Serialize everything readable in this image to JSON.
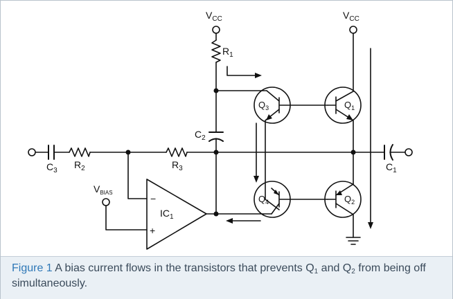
{
  "labels": {
    "vcc_left": {
      "main": "V",
      "sub": "CC"
    },
    "vcc_right": {
      "main": "V",
      "sub": "CC"
    },
    "r1": {
      "main": "R",
      "sub": "1"
    },
    "r2": {
      "main": "R",
      "sub": "2"
    },
    "r3": {
      "main": "R",
      "sub": "3"
    },
    "c1": {
      "main": "C",
      "sub": "1"
    },
    "c2": {
      "main": "C",
      "sub": "2"
    },
    "c3": {
      "main": "C",
      "sub": "3"
    },
    "q1": {
      "main": "Q",
      "sub": "1"
    },
    "q2": {
      "main": "Q",
      "sub": "2"
    },
    "q3": {
      "main": "Q",
      "sub": "3"
    },
    "q4": {
      "main": "Q",
      "sub": "4"
    },
    "ic1": {
      "main": "IC",
      "sub": "1"
    },
    "vbias": {
      "main": "V",
      "sub": "BIAS"
    },
    "minus": "−",
    "plus": "+"
  },
  "caption": {
    "figure_label": "Figure 1",
    "part1": " A bias current flows in the transistors that prevents Q",
    "sub1": "1",
    "part2": " and Q",
    "sub2": "2",
    "part3": " from being off simultaneously."
  }
}
